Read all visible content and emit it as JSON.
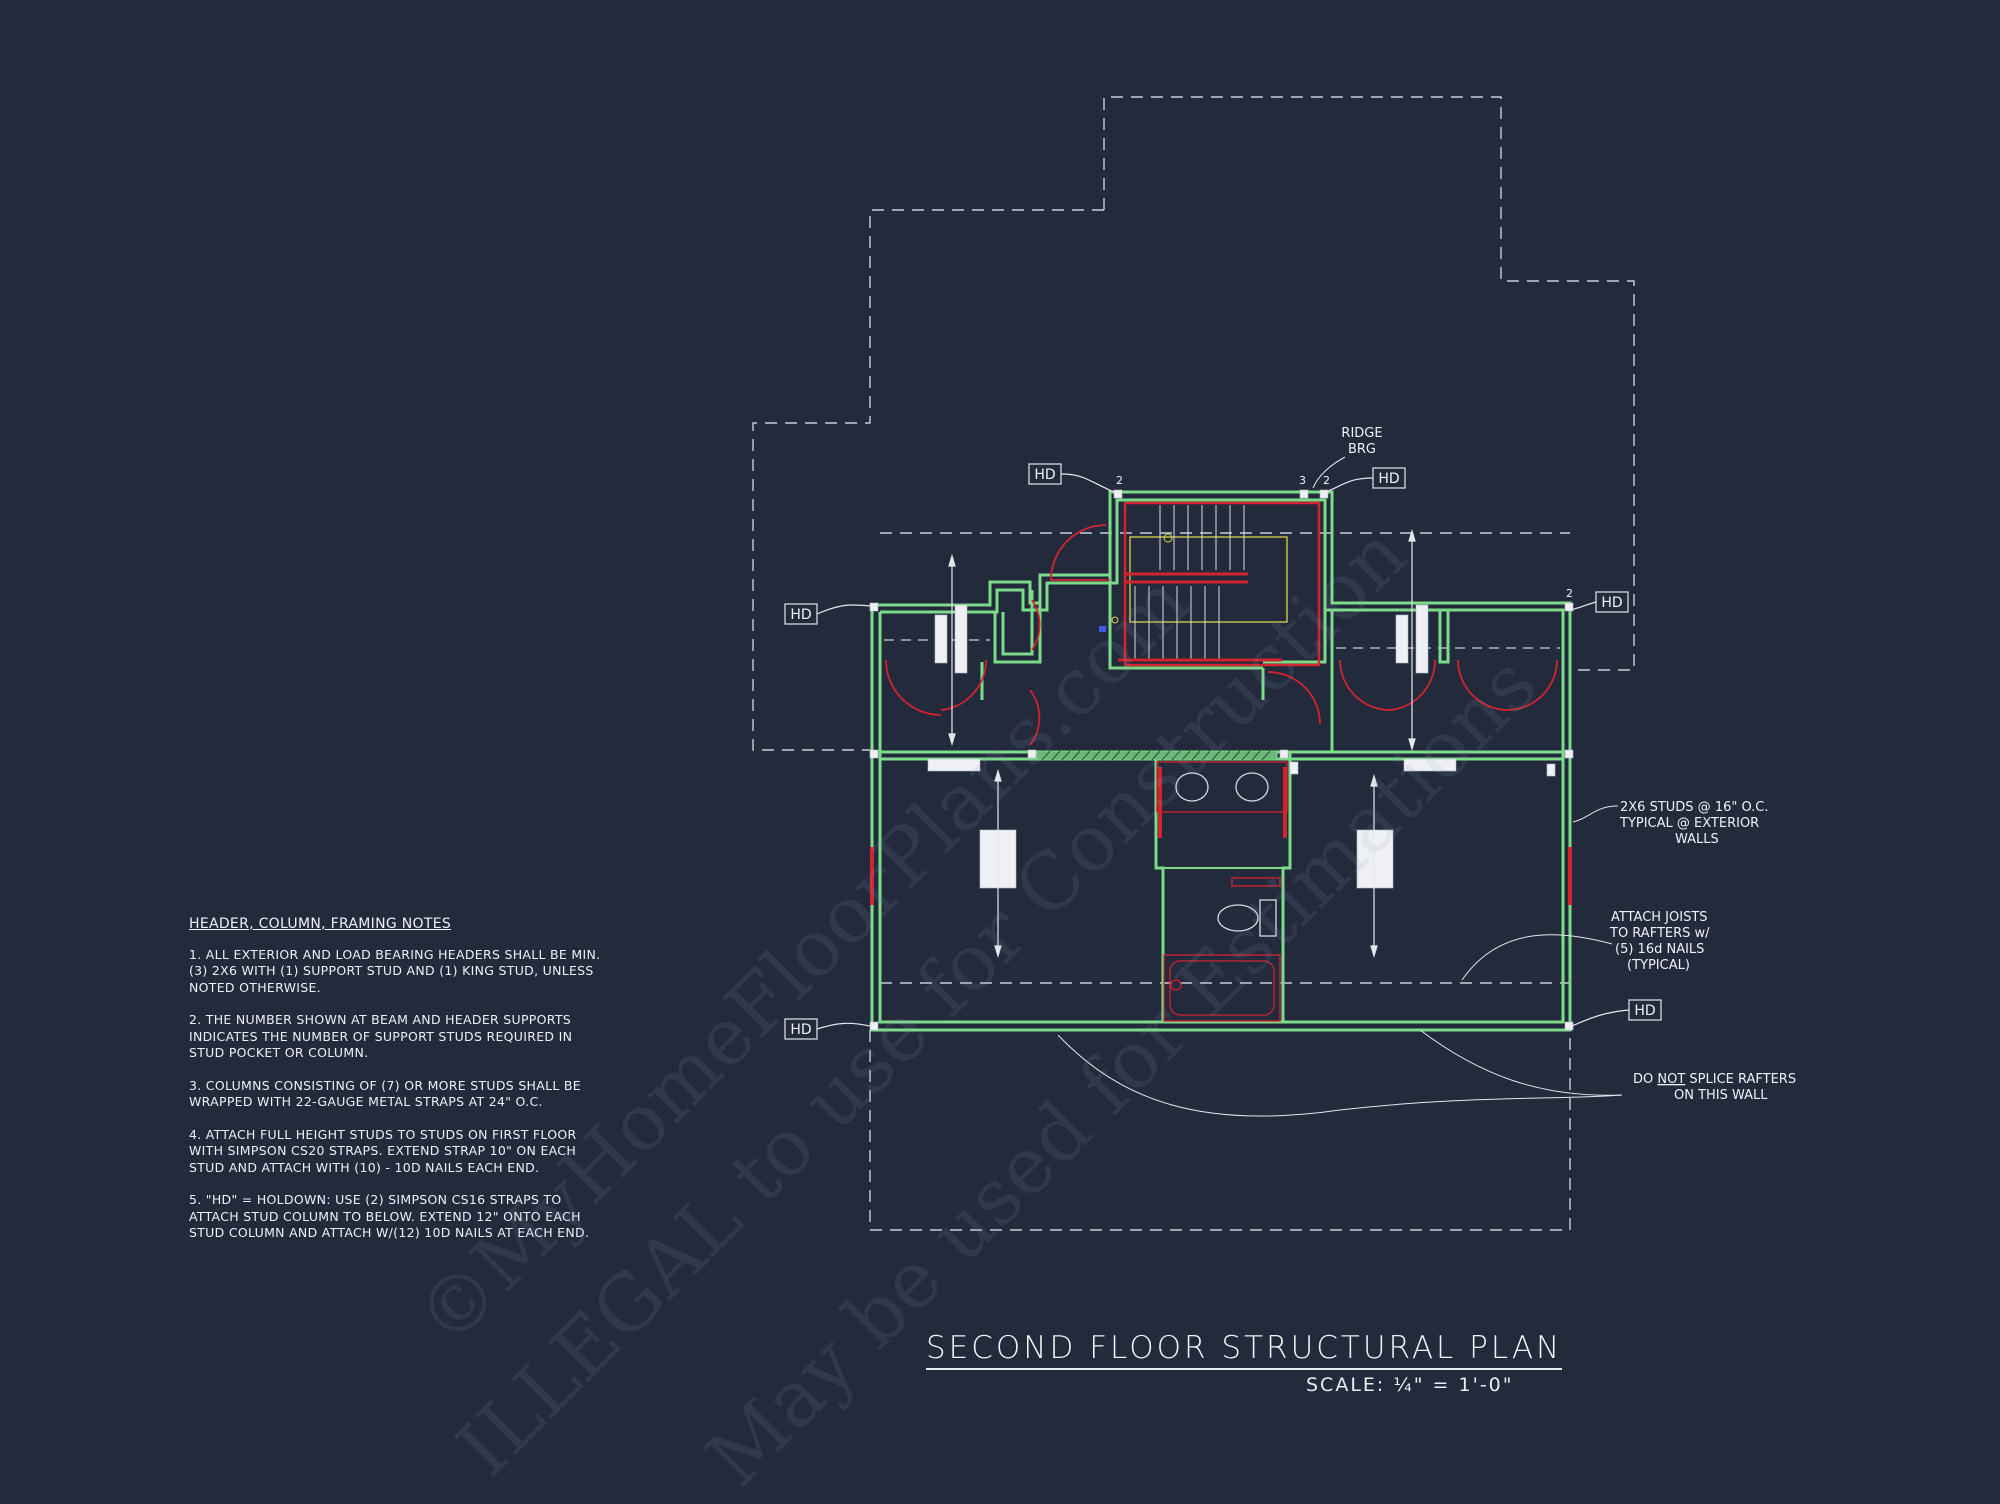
{
  "notes": {
    "header": "HEADER, COLUMN, FRAMING NOTES",
    "items": [
      "1. ALL EXTERIOR AND LOAD BEARING HEADERS SHALL BE MIN. (3) 2x6 WITH (1) SUPPORT STUD AND (1) KING STUD, UNLESS NOTED OTHERWISE.",
      "2. THE NUMBER SHOWN AT BEAM AND HEADER SUPPORTS INDICATES THE NUMBER OF SUPPORT STUDS REQUIRED IN STUD POCKET OR COLUMN.",
      "3. COLUMNS CONSISTING OF (7) OR MORE STUDS SHALL BE WRAPPED WITH 22-GAUGE METAL STRAPS AT 24\" O.C.",
      "4. ATTACH FULL HEIGHT STUDS TO STUDS ON FIRST FLOOR WITH SIMPSON CS20 STRAPS. EXTEND STRAP 10\" ON EACH STUD AND ATTACH WITH (10) - 10d NAILS EACH END.",
      "5. \"HD\" = HOLDOWN: USE (2) SIMPSON CS16 STRAPS TO ATTACH STUD COLUMN TO BELOW. EXTEND 12\" ONTO EACH STUD COLUMN AND ATTACH w/(12) 10d NAILS AT EACH END."
    ]
  },
  "title": "SECOND FLOOR STRUCTURAL PLAN",
  "scale": "SCALE: ¼\" = 1'-0\"",
  "labels": {
    "hd": "HD",
    "ridge_line1": "RIDGE",
    "ridge_line2": "BRG",
    "stud_count_2": "2",
    "stud_count_3": "3",
    "studs_line1": "2X6 STUDS @ 16\" O.C.",
    "studs_line2": "TYPICAL @ EXTERIOR",
    "studs_line3": "WALLS",
    "joists_line1": "ATTACH JOISTS",
    "joists_line2": "TO RAFTERS w/",
    "joists_line3": "(5) 16d NAILS",
    "joists_line4": "(TYPICAL)",
    "splice_line1_a": "DO ",
    "splice_line1_b": "NOT",
    "splice_line1_c": " SPLICE RAFTERS",
    "splice_line2": "ON THIS WALL"
  },
  "watermark": {
    "line1": "©MyHomeFloorPlans.com",
    "line2": "ILLEGAL to use for Construction",
    "line3": "May be used for Estimations"
  },
  "colors": {
    "background": "#222a3c",
    "wall_green": "#7ddc8a",
    "door_red": "#d2232e",
    "stair_yellow": "#d8d44a",
    "text": "#f0f1f5"
  }
}
